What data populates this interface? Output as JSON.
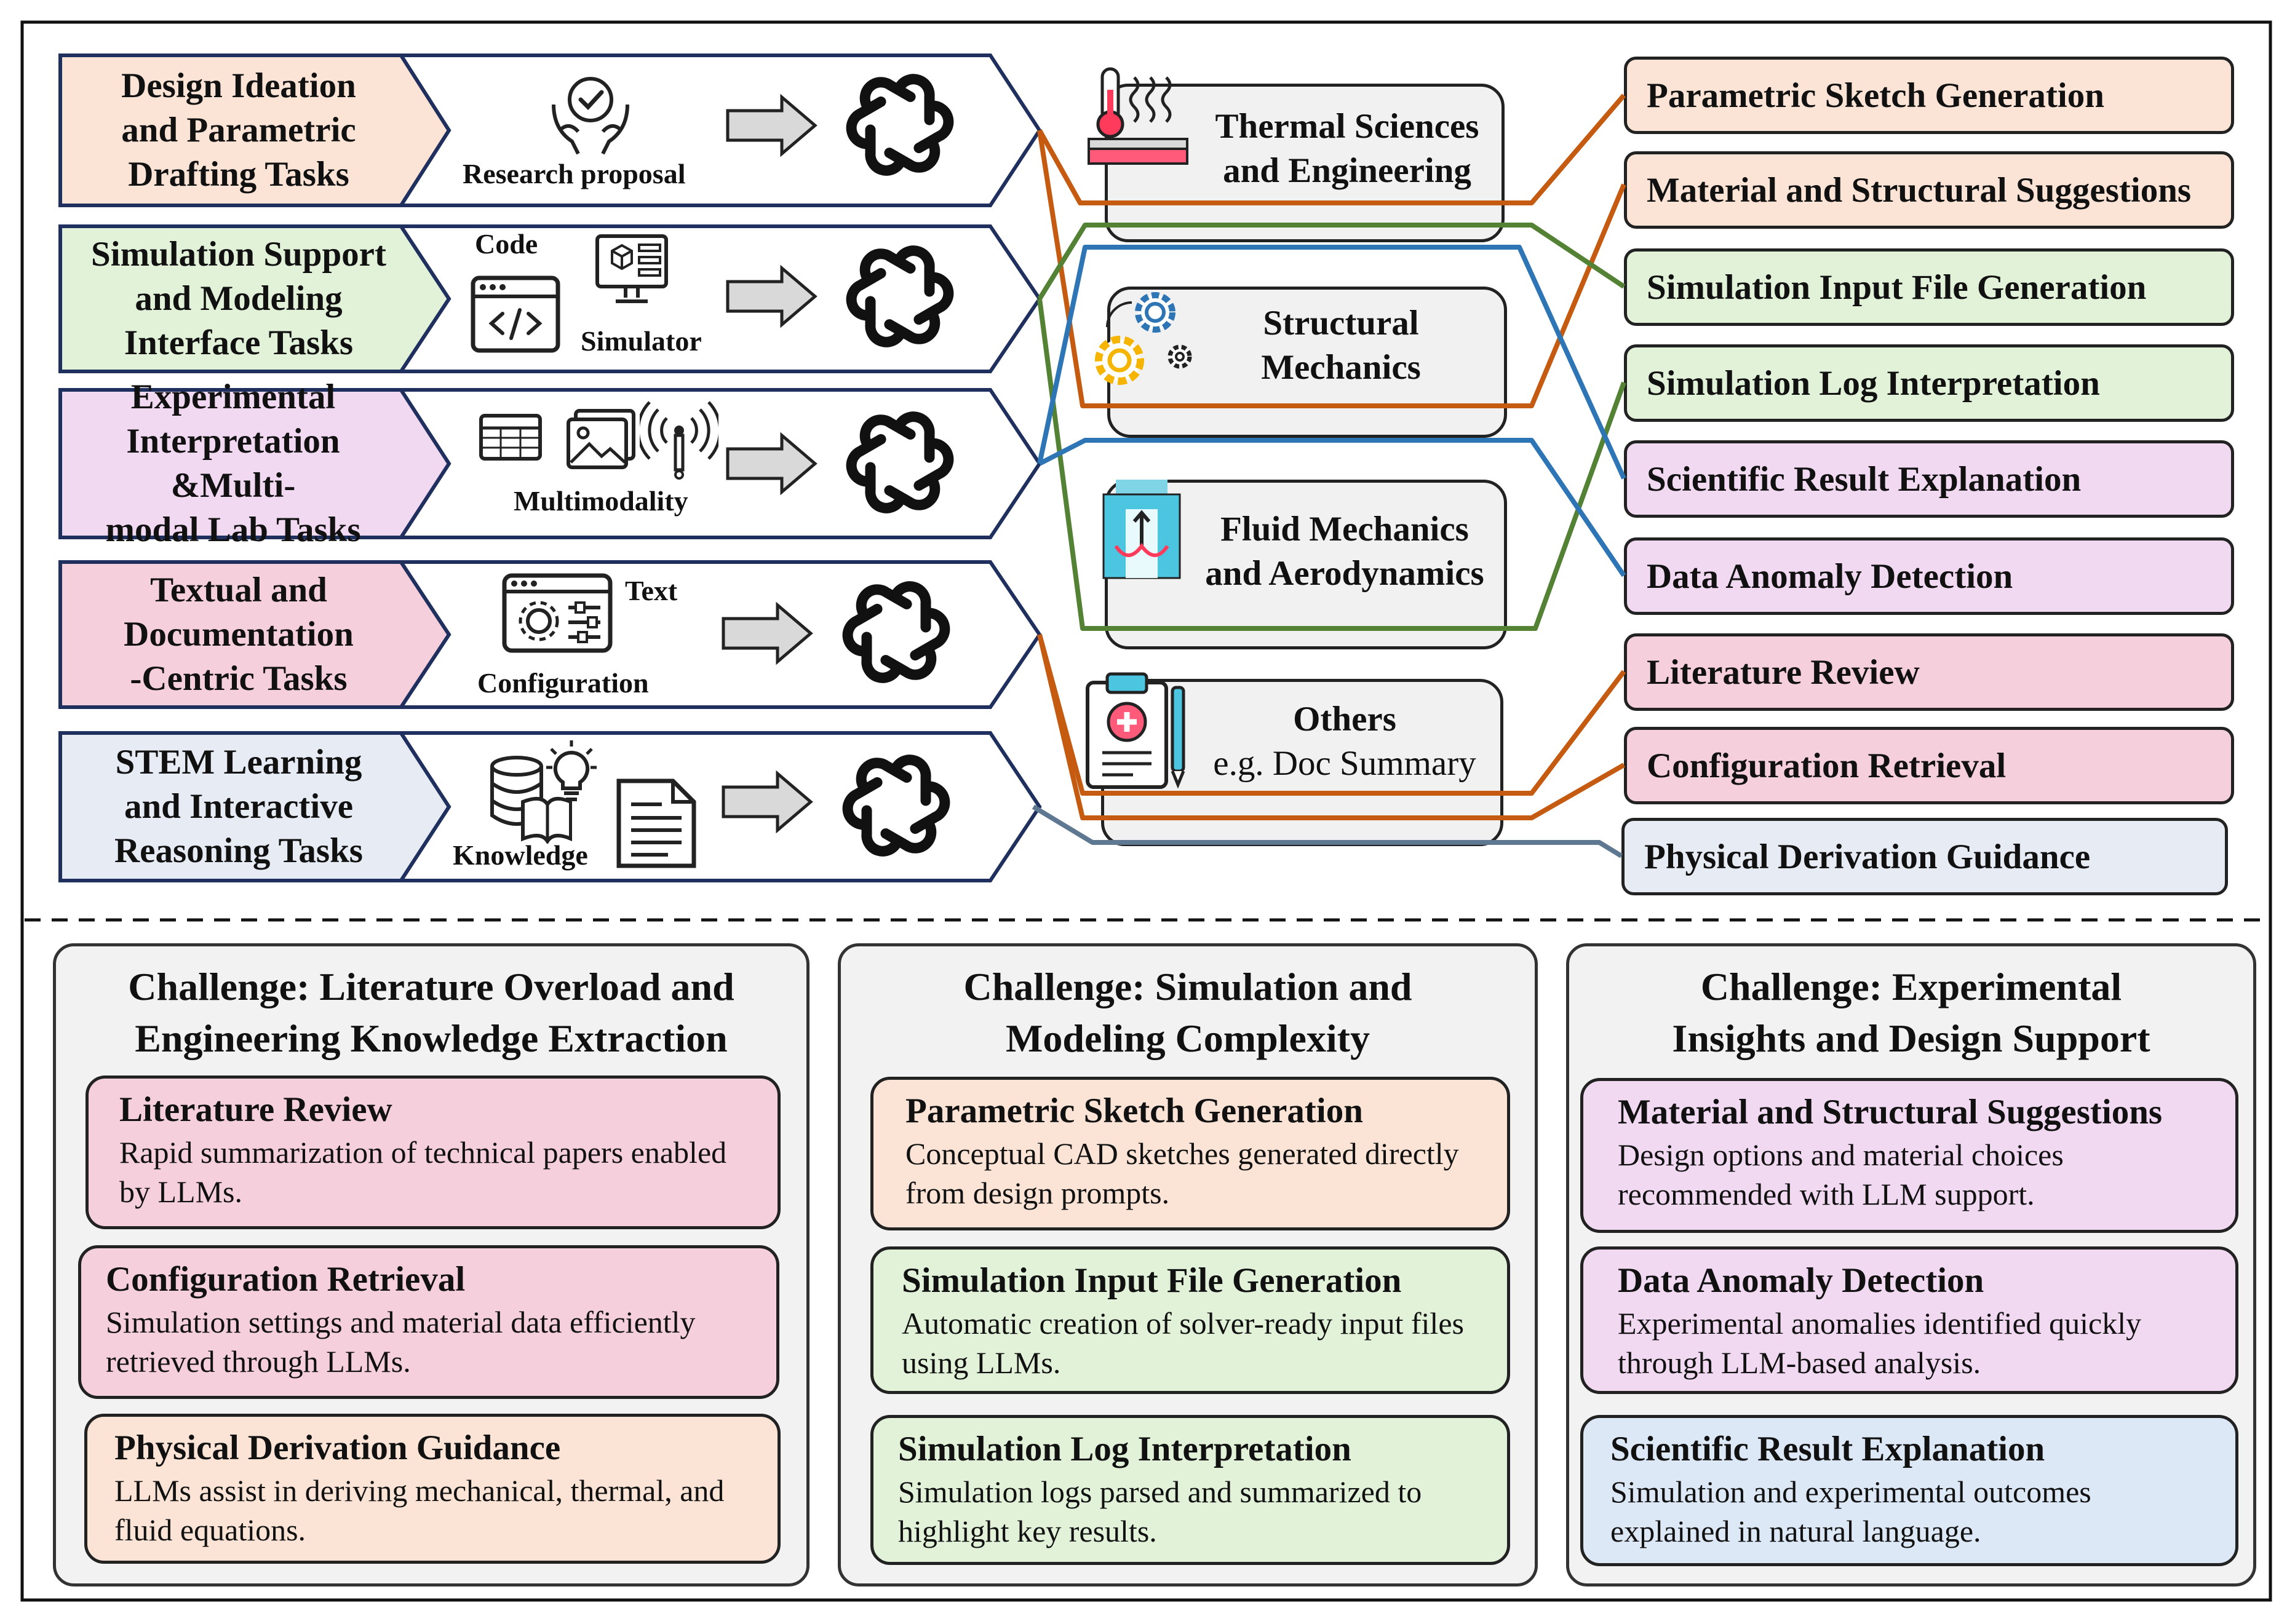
{
  "colors": {
    "orange_fill": "#fbe3d6",
    "green_fill": "#e1f2d9",
    "purple_fill": "#f2d9f2",
    "pink_fill": "#f5d0dc",
    "blue_fill": "#e7ecf4",
    "panel_fill": "#f2f2f2",
    "domain_fill": "#f1f1f1",
    "arrow_stroke": "#1f2f5e",
    "wire_orange": "#c55a11",
    "wire_green": "#548235",
    "wire_blue": "#2e75b6",
    "wire_gray": "#5f7891"
  },
  "tasks": [
    {
      "label": "Design Ideation\nand Parametric\nDrafting Tasks",
      "icon_label": "Research proposal",
      "icons": [
        "hands-badge-icon"
      ]
    },
    {
      "label": "Simulation Support\nand Modeling\nInterface Tasks",
      "icon_label": "Simulator",
      "code_label": "Code",
      "icons": [
        "code-window-icon",
        "simulator-monitor-icon"
      ]
    },
    {
      "label": "Experimental\nInterpretation &Multi-\nmodal Lab Tasks",
      "icon_label": "Multimodality",
      "icons": [
        "table-icon",
        "image-icon",
        "antenna-icon"
      ]
    },
    {
      "label": "Textual and\nDocumentation\n-Centric Tasks",
      "icon_label": "Configuration",
      "text_label": "Text",
      "icons": [
        "config-gear-icon"
      ]
    },
    {
      "label": "STEM Learning\nand Interactive\nReasoning Tasks",
      "icon_label": "Knowledge",
      "icons": [
        "database-book-icon",
        "lightbulb-icon",
        "document-icon"
      ]
    }
  ],
  "domains": [
    {
      "line1": "Thermal Sciences",
      "line2": "and Engineering",
      "icon": "thermometer-heat-icon"
    },
    {
      "line1": "Structural",
      "line2": "Mechanics",
      "icon": "gears-icon"
    },
    {
      "line1": "Fluid Mechanics",
      "line2": "and Aerodynamics",
      "icon": "fluid-tank-icon"
    },
    {
      "line1": "Others",
      "line2": "e.g. Doc Summary",
      "icon": "clipboard-medical-icon"
    }
  ],
  "applications": [
    {
      "label": "Parametric Sketch Generation",
      "color": "#fbe3d6"
    },
    {
      "label": "Material and Structural Suggestions",
      "color": "#fbe3d6"
    },
    {
      "label": "Simulation Input File Generation",
      "color": "#e1f2d9"
    },
    {
      "label": "Simulation Log Interpretation",
      "color": "#e1f2d9"
    },
    {
      "label": "Scientific Result Explanation",
      "color": "#f2d9f2"
    },
    {
      "label": "Data Anomaly Detection",
      "color": "#f2d9f2"
    },
    {
      "label": "Literature Review",
      "color": "#f5d0dc"
    },
    {
      "label": "Configuration Retrieval",
      "color": "#f5d0dc"
    },
    {
      "label": "Physical Derivation Guidance",
      "color": "#e7ecf4"
    }
  ],
  "panels": [
    {
      "title": "Challenge: Literature Overload and\nEngineering Knowledge Extraction",
      "cards": [
        {
          "title": "Literature Review",
          "desc": "Rapid summarization of technical papers enabled by LLMs.",
          "color": "#f5d0dc"
        },
        {
          "title": "Configuration Retrieval",
          "desc": "Simulation settings and material data efficiently retrieved through LLMs.",
          "color": "#f5d0dc"
        },
        {
          "title": "Physical Derivation Guidance",
          "desc": "LLMs assist in deriving mechanical, thermal, and fluid equations.",
          "color": "#fbe3d6"
        }
      ]
    },
    {
      "title": "Challenge: Simulation and\nModeling Complexity",
      "cards": [
        {
          "title": "Parametric Sketch Generation",
          "desc": "Conceptual CAD sketches generated directly from design prompts.",
          "color": "#fbe3d6"
        },
        {
          "title": "Simulation Input File Generation",
          "desc": "Automatic creation of solver-ready input files using LLMs.",
          "color": "#e1f2d9"
        },
        {
          "title": "Simulation Log Interpretation",
          "desc": "Simulation logs parsed and summarized to highlight key results.",
          "color": "#e1f2d9"
        }
      ]
    },
    {
      "title": "Challenge: Experimental\nInsights and Design Support",
      "cards": [
        {
          "title": "Material and Structural Suggestions",
          "desc": "Design options and material choices recommended with LLM support.",
          "color": "#f2d9f2"
        },
        {
          "title": "Data Anomaly Detection",
          "desc": "Experimental anomalies identified quickly through LLM-based analysis.",
          "color": "#f2d9f2"
        },
        {
          "title": "Scientific Result Explanation",
          "desc": "Simulation and experimental outcomes explained in natural language.",
          "color": "#dde8f6"
        }
      ]
    }
  ]
}
